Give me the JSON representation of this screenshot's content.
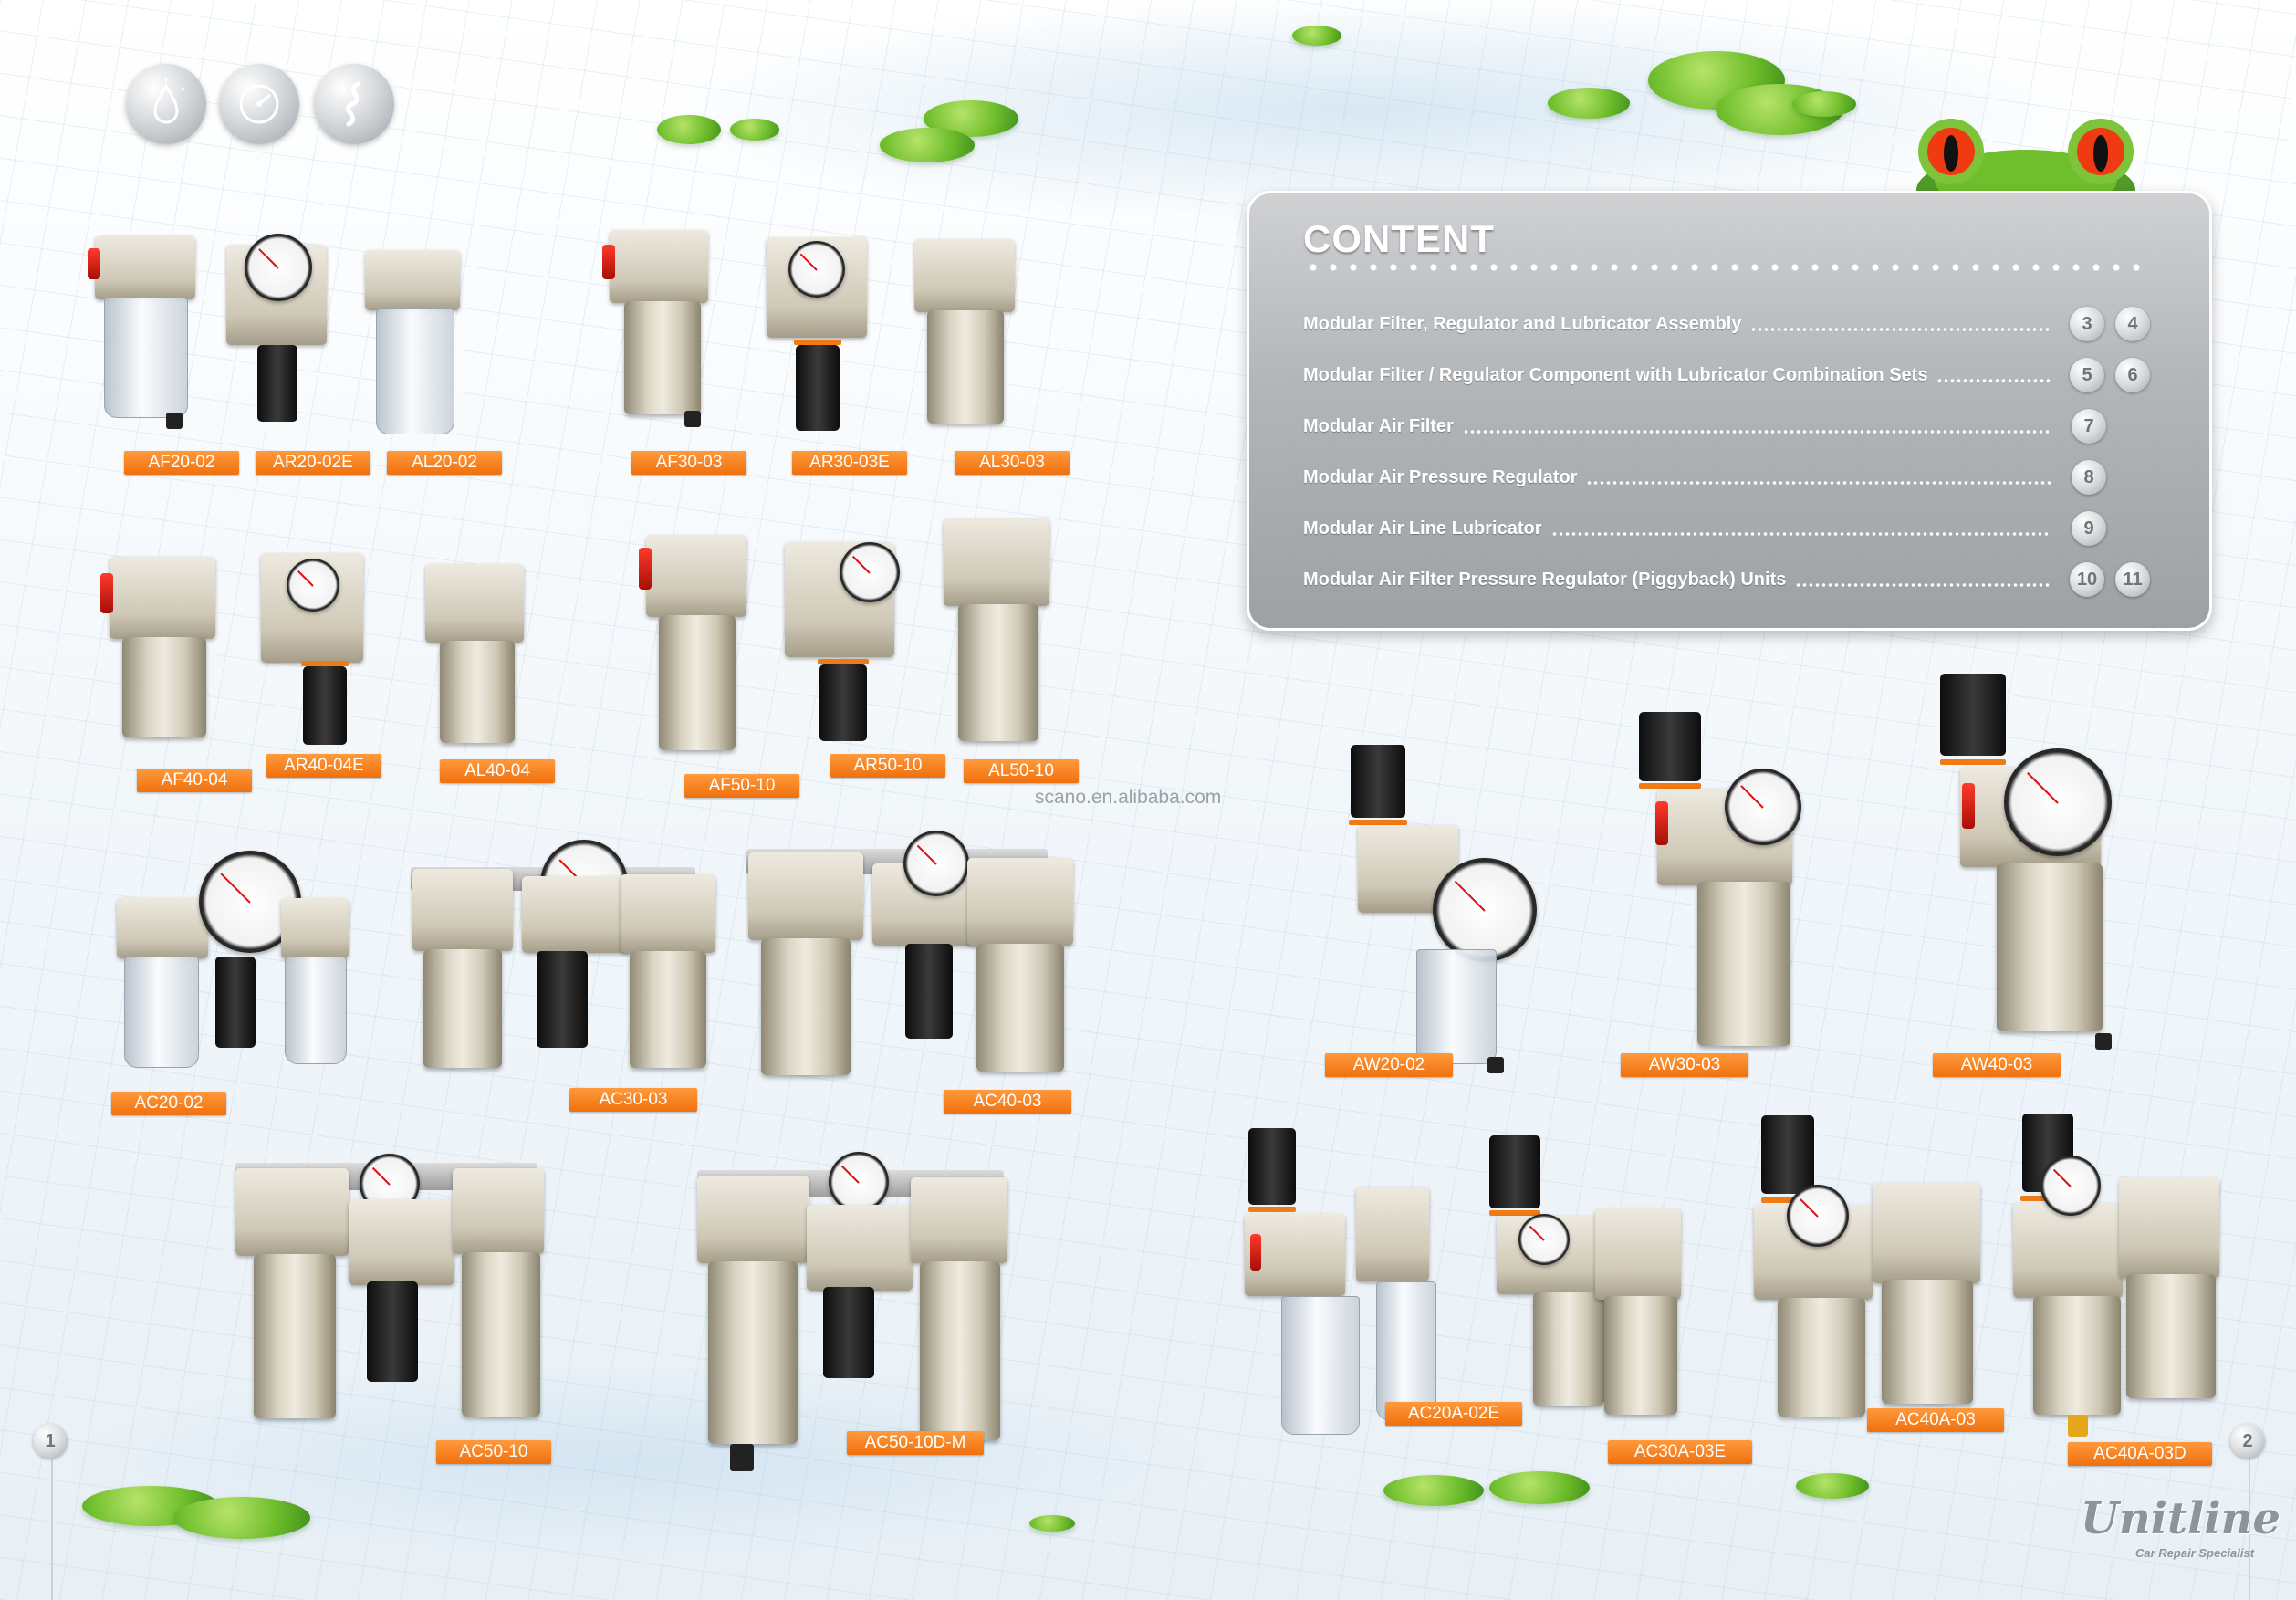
{
  "content": {
    "title": "CONTENT",
    "items": [
      {
        "label": "Modular Filter, Regulator and Lubricator Assembly",
        "pages": [
          "3",
          "4"
        ]
      },
      {
        "label": "Modular Filter / Regulator Component with Lubricator Combination Sets",
        "pages": [
          "5",
          "6"
        ]
      },
      {
        "label": "Modular Air Filter",
        "pages": [
          "7"
        ]
      },
      {
        "label": "Modular Air Pressure Regulator",
        "pages": [
          "8"
        ]
      },
      {
        "label": "Modular Air Line Lubricator",
        "pages": [
          "9"
        ]
      },
      {
        "label": "Modular Air Filter Pressure Regulator (Piggyback) Units",
        "pages": [
          "10",
          "11"
        ]
      }
    ]
  },
  "products": {
    "row1": [
      "AF20-02",
      "AR20-02E",
      "AL20-02",
      "AF30-03",
      "AR30-03E",
      "AL30-03"
    ],
    "row2": [
      "AF40-04",
      "AR40-04E",
      "AL40-04",
      "AF50-10",
      "AR50-10",
      "AL50-10"
    ],
    "combos_left": [
      "AC20-02",
      "AC30-03",
      "AC40-03",
      "AC50-10",
      "AC50-10D-M"
    ],
    "piggyback": [
      "AW20-02",
      "AW30-03",
      "AW40-03"
    ],
    "combos_right": [
      "AC20A-02E",
      "AC30A-03E",
      "AC40A-03",
      "AC40A-03D"
    ]
  },
  "watermark": "scano.en.alibaba.com",
  "page_numbers": {
    "left": "1",
    "right": "2"
  },
  "brand": {
    "name": "Unitline",
    "tagline": "Car Repair Specialist"
  },
  "icons": [
    "water-drop-icon",
    "gauge-icon",
    "airflow-icon"
  ],
  "colors": {
    "label_orange": "#f0700e",
    "content_panel": "#b2b5b8",
    "pad_green": "#6fbe2c"
  }
}
